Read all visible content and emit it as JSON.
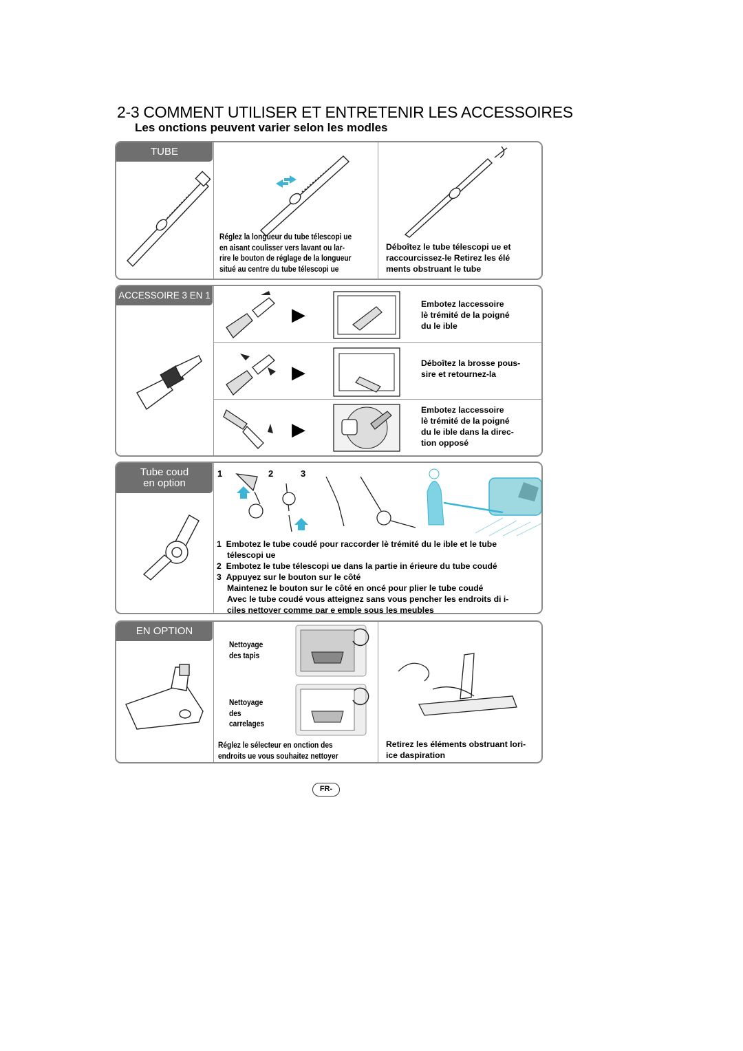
{
  "header": {
    "title": "2-3 COMMENT UTILISER ET ENTRETENIR LES ACCESSOIRES",
    "subtitle": "Les  onctions peuvent varier selon les modles"
  },
  "tube": {
    "tag": "TUBE",
    "caption_left": [
      "Réglez la longueur du tube télescopi  ue",
      "en  aisant coulisser vers lavant ou lar-",
      "rire le bouton de réglage de la longueur",
      "situé au centre du tube télescopi  ue"
    ],
    "caption_right": [
      "Déboîtez le tube télescopi  ue et",
      "raccourcissez-le  Retirez les élé",
      "ments obstruant le tube"
    ]
  },
  "accessoire": {
    "tag": "ACCESSOIRE 3 EN 1",
    "step1": [
      "Embotez laccessoire",
      "lè  trémité de la poigné",
      "du  le  ible"
    ],
    "step2": [
      "Déboîtez la brosse  pous-",
      "sire et retournez-la"
    ],
    "step3": [
      "Embotez laccessoire",
      "lè  trémité de la poigné",
      "du  le  ible dans la direc-",
      "tion opposé"
    ]
  },
  "tube_coude": {
    "tag_line1": "Tube coud",
    "tag_line2": "en option",
    "numbers": [
      "1",
      "2",
      "3"
    ],
    "instructions": [
      {
        "num": "1",
        "line1": "Embotez le tube coudé pour raccorder lè  trémité du  le  ible et le tube",
        "line2": "télescopi  ue"
      },
      {
        "num": "2",
        "line1": "Embotez le tube télescopi  ue dans la partie in  érieure du tube coudé",
        "line2": ""
      },
      {
        "num": "3",
        "line1": "Appuyez sur le bouton sur le côté",
        "line2": "Maintenez le bouton sur le côté en oncé pour plier le tube coudé"
      }
    ],
    "note_line1": "Avec le tube coudé vous atteignez sans vous pencher les endroits di  i-",
    "note_line2": "ciles  nettoyer comme  par e  emple sous les meubles"
  },
  "en_option": {
    "tag": "EN OPTION",
    "label_tapis": [
      "Nettoyage",
      "des tapis"
    ],
    "label_carrelages": [
      "Nettoyage",
      "des",
      "carrelages"
    ],
    "caption_left": [
      "Réglez le sélecteur en  onction des",
      "endroits   ue vous souhaitez nettoyer"
    ],
    "caption_right": [
      "Retirez les éléments obstruant lori-",
      "  ice daspiration"
    ]
  },
  "footer": {
    "page_label": "FR-"
  },
  "colors": {
    "tag_bg": "#6f6f6f",
    "accent_cyan": "#3ab5d6",
    "border": "#8a8a8a"
  },
  "icons": [
    "arrow-right-icon",
    "sofa-icon",
    "person-icon",
    "hand-icon"
  ]
}
